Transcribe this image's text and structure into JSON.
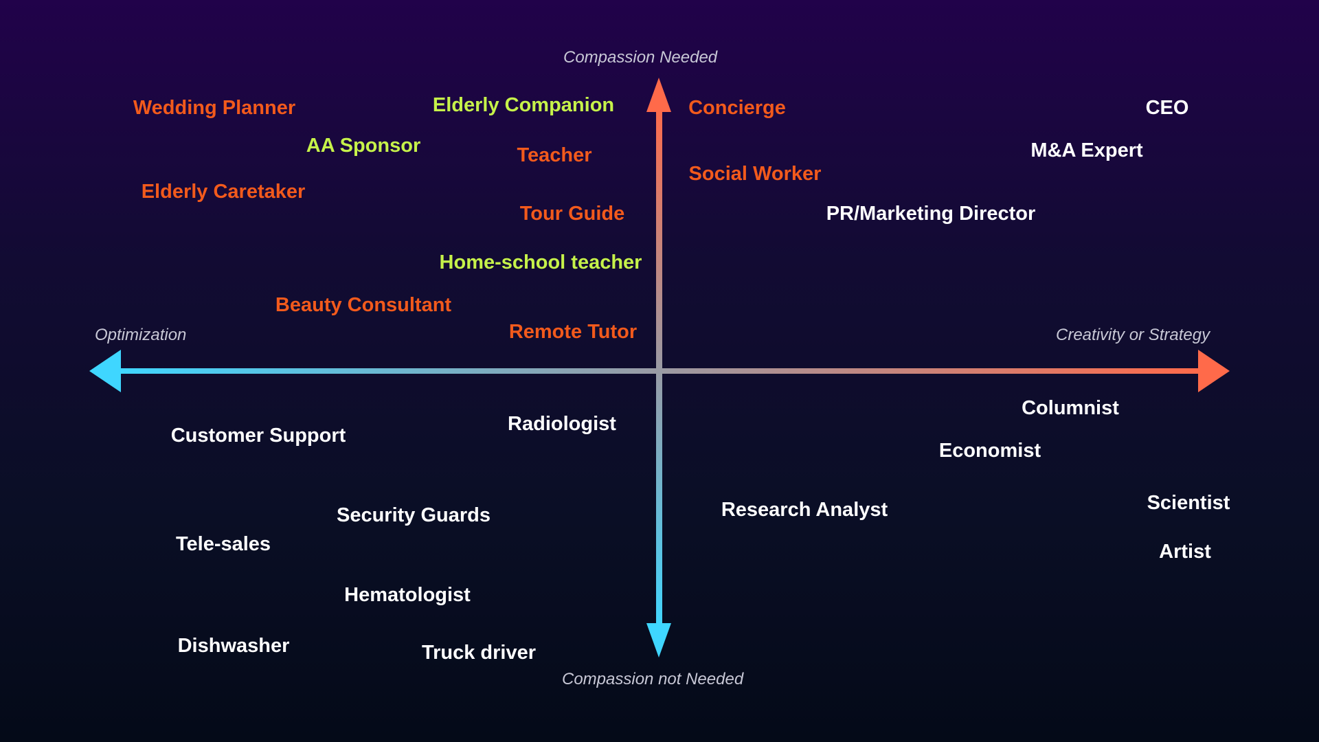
{
  "axes": {
    "top": "Compassion Needed",
    "bottom": "Compassion not Needed",
    "left": "Optimization",
    "right": "Creativity or Strategy"
  },
  "colors": {
    "background_top": "#21024a",
    "background_bottom": "#040a18",
    "axis_cyan": "#3fd6ff",
    "axis_orange": "#ff6a4a",
    "axis_mid": "#9a9aa4",
    "label_orange": "#f25a1c",
    "label_lime": "#c6f24a",
    "label_white": "#ffffff"
  },
  "jobs": [
    {
      "label": "Wedding Planner",
      "color": "orange"
    },
    {
      "label": "Elderly Companion",
      "color": "lime"
    },
    {
      "label": "Concierge",
      "color": "orange"
    },
    {
      "label": "CEO",
      "color": "white"
    },
    {
      "label": "AA Sponsor",
      "color": "lime"
    },
    {
      "label": "Teacher",
      "color": "orange"
    },
    {
      "label": "M&A Expert",
      "color": "white"
    },
    {
      "label": "Social Worker",
      "color": "orange"
    },
    {
      "label": "Elderly Caretaker",
      "color": "orange"
    },
    {
      "label": "Tour Guide",
      "color": "orange"
    },
    {
      "label": "PR/Marketing Director",
      "color": "white"
    },
    {
      "label": "Home-school teacher",
      "color": "lime"
    },
    {
      "label": "Beauty Consultant",
      "color": "orange"
    },
    {
      "label": "Remote Tutor",
      "color": "orange"
    },
    {
      "label": "Columnist",
      "color": "white"
    },
    {
      "label": "Radiologist",
      "color": "white"
    },
    {
      "label": "Customer Support",
      "color": "white"
    },
    {
      "label": "Economist",
      "color": "white"
    },
    {
      "label": "Scientist",
      "color": "white"
    },
    {
      "label": "Security Guards",
      "color": "white"
    },
    {
      "label": "Research Analyst",
      "color": "white"
    },
    {
      "label": "Tele-sales",
      "color": "white"
    },
    {
      "label": "Artist",
      "color": "white"
    },
    {
      "label": "Hematologist",
      "color": "white"
    },
    {
      "label": "Dishwasher",
      "color": "white"
    },
    {
      "label": "Truck driver",
      "color": "white"
    }
  ]
}
